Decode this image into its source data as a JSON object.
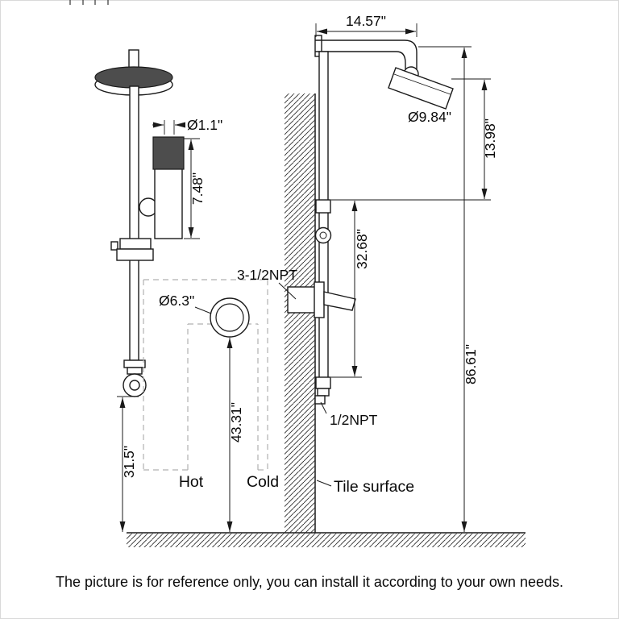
{
  "caption": {
    "text": "The picture is for reference only, you can install it according to your own needs."
  },
  "front_view": {
    "dims": {
      "hand_shower_diameter": "Ø1.1\"",
      "hand_shower_length": "7.48\"",
      "rough_in_diameter": "Ø6.3\"",
      "supply_height": "43.31\"",
      "outlet_height": "31.5\""
    },
    "labels": {
      "hot": "Hot",
      "cold": "Cold"
    }
  },
  "side_view": {
    "dims": {
      "arm_reach": "14.57\"",
      "head_diameter": "Ø9.84\"",
      "head_drop": "13.98\"",
      "bar_span": "32.68\"",
      "total_height": "86.61\""
    },
    "labels": {
      "top_thread": "3-1/2NPT",
      "bottom_thread": "1/2NPT",
      "tile_surface": "Tile surface"
    }
  }
}
